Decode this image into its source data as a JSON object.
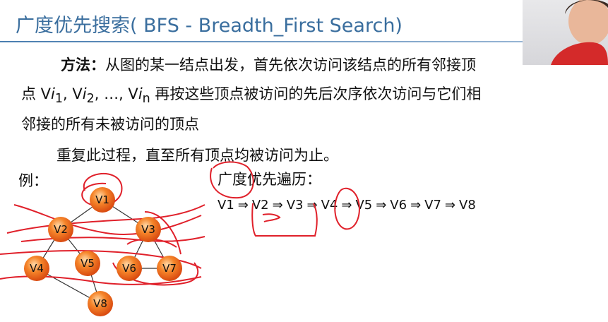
{
  "title": "广度优先搜索( BFS  -  Breadth_First Search)",
  "method_label": "方法：",
  "method_line1": "从图的某一结点出发，首先依次访问该结点的所有邻接顶",
  "method_line2_prefix": "点 V",
  "method_line2_mid1": "1",
  "method_line2_sep": ", V",
  "method_line2_mid2": "2",
  "method_line2_dots": ", …, V",
  "method_line2_mid3": "n",
  "method_line2_suffix": " 再按这些顶点被访问的先后次序依次访问与它们相",
  "method_line3": "邻接的所有未被访问的顶点",
  "repeat_text": "重复此过程，直至所有顶点均被访问为止。",
  "example_label": "例：",
  "traversal_label": "广度优先遍历：",
  "traversal_sequence": [
    "V1",
    "V2",
    "V3",
    "V4",
    "V5",
    "V6",
    "V7",
    "V8"
  ],
  "arrow_symbol": "⇒",
  "graph_nodes": [
    "V1",
    "V2",
    "V3",
    "V4",
    "V5",
    "V6",
    "V7",
    "V8"
  ],
  "colors": {
    "title": "#3a6e9e",
    "node_fill": "#f06a1c",
    "annotation": "#e0202a"
  }
}
